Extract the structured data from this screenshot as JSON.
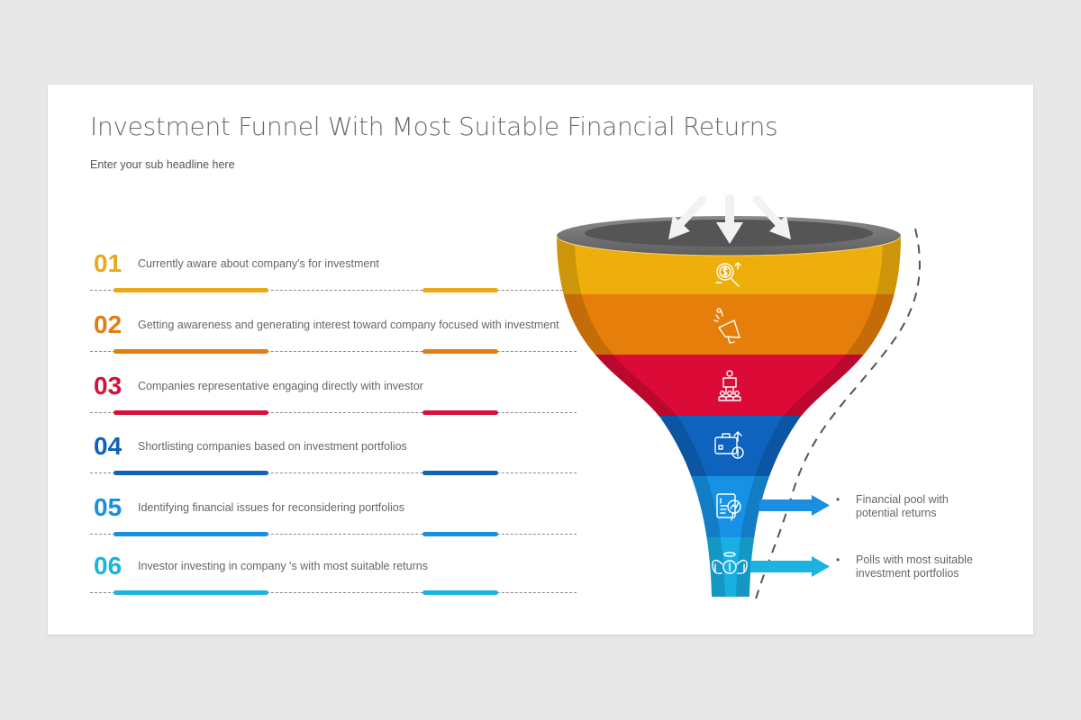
{
  "slide": {
    "title": "Investment Funnel With Most Suitable Financial Returns",
    "subtitle": "Enter your sub headline here"
  },
  "steps": [
    {
      "number": "01",
      "text": "Currently aware about company's for investment",
      "color": "#e9a91b",
      "icon": "dollar-search-icon"
    },
    {
      "number": "02",
      "text": "Getting awareness and generating interest toward company focused with investment",
      "color": "#e07d13",
      "icon": "megaphone-icon"
    },
    {
      "number": "03",
      "text": "Companies representative engaging directly with investor",
      "color": "#d6103b",
      "icon": "presenter-audience-icon"
    },
    {
      "number": "04",
      "text": "Shortlisting companies based on investment portfolios",
      "color": "#0f62b5",
      "icon": "briefcase-growth-icon"
    },
    {
      "number": "05",
      "text": "Identifying financial issues for reconsidering portfolios",
      "color": "#1a8fe0",
      "icon": "report-analysis-icon"
    },
    {
      "number": "06",
      "text": "Investor investing in company 's with most suitable returns",
      "color": "#1bb3e0",
      "icon": "winged-money-icon"
    }
  ],
  "funnel": {
    "rim_color": "#6d6d6d",
    "inner_color": "#5a5a5a",
    "input_arrows": [
      "arrow-down-left-icon",
      "arrow-down-icon",
      "arrow-down-right-icon"
    ],
    "layer_colors": [
      "#eeae0c",
      "#e57e0a",
      "#db0a36",
      "#0d63bd",
      "#1592e6",
      "#18b0e3"
    ]
  },
  "outputs": [
    {
      "bullet": "•",
      "text_line1": "Financial pool with",
      "text_line2": "potential returns",
      "arrow_color": "#1a8fe0"
    },
    {
      "bullet": "•",
      "text_line1": "Polls with most suitable",
      "text_line2": "investment portfolios",
      "arrow_color": "#1bb3e0"
    }
  ]
}
